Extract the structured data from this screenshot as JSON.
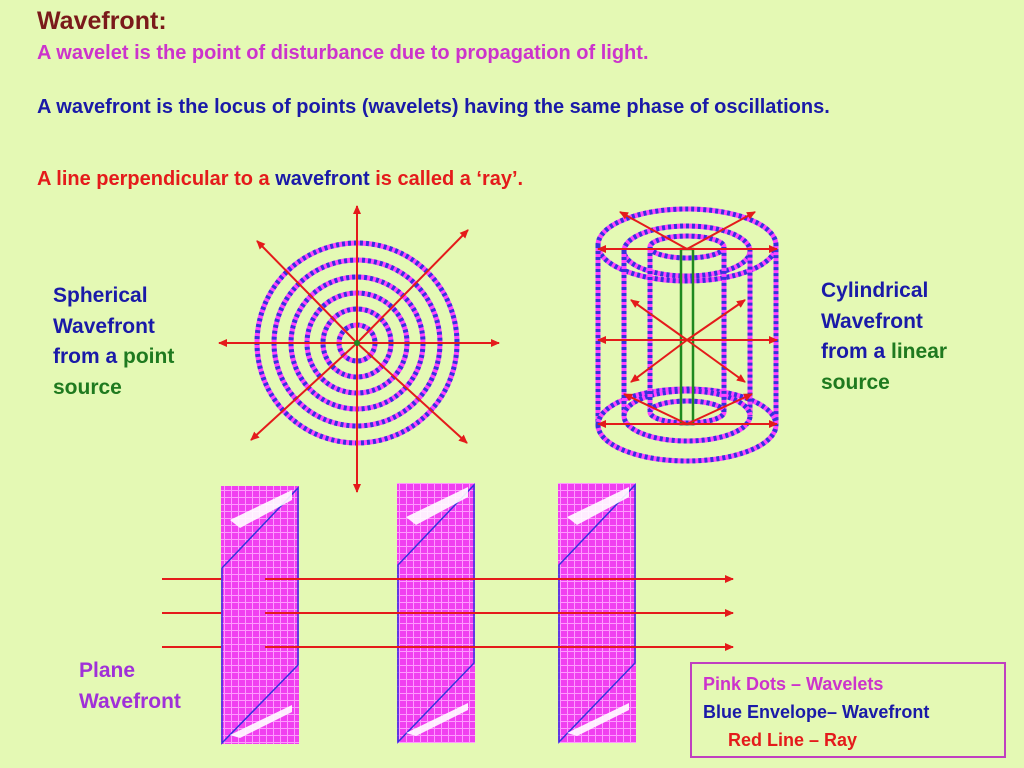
{
  "title": {
    "text": "Wavefront",
    "colon": ":"
  },
  "definitions": {
    "wavelet": "A wavelet is the point of disturbance due to propagation of light.",
    "wavefront": "A wavefront is the locus of points (wavelets) having the same phase of oscillations.",
    "ray": {
      "part1": "A line perpendicular to a ",
      "part2": "wavefront",
      "part3": " is called a ‘ray’."
    }
  },
  "labels": {
    "spherical": {
      "l1": "Spherical",
      "l2": "Wavefront",
      "l3": "from a ",
      "l3b": "point",
      "l4": "source"
    },
    "cylindrical": {
      "l1": "Cylindrical",
      "l2": "Wavefront",
      "l3": "from a ",
      "l3b": "linear",
      "l4": "source"
    },
    "plane": {
      "l1": "Plane",
      "l2": "Wavefront"
    }
  },
  "legend": {
    "pink": "Pink Dots – Wavelets",
    "blue": "Blue Envelope– Wavefront",
    "red": "Red Line – Ray"
  },
  "colors": {
    "background": "#e4f9b4",
    "wavelet_pink": "#ff33ff",
    "envelope_blue": "#3333dd",
    "ray_red": "#e41b1b",
    "source_green": "#1f8a1f"
  },
  "icons": [
    "spherical-wavefront-diagram",
    "cylindrical-wavefront-diagram",
    "plane-wavefront-diagram"
  ]
}
